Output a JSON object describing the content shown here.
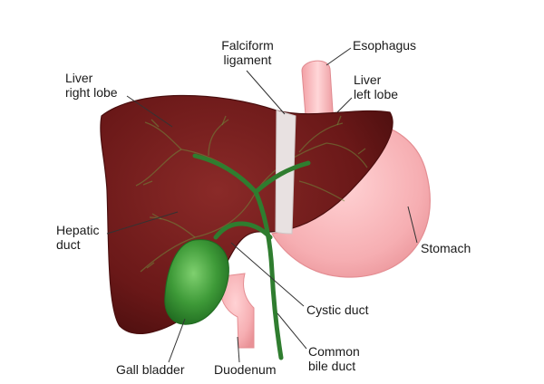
{
  "labels": {
    "falciform": "Falciform\nligament",
    "esophagus": "Esophagus",
    "liver_right": "Liver\nright lobe",
    "liver_left": "Liver\nleft lobe",
    "hepatic": "Hepatic\nduct",
    "stomach": "Stomach",
    "cystic": "Cystic duct",
    "common": "Common\nbile duct",
    "gall": "Gall bladder",
    "duodenum": "Duodenum"
  },
  "colors": {
    "liver": "#6e1a1a",
    "liver_edge": "#4a0e0e",
    "stomach": "#f7b3b6",
    "stomach_edge": "#e48d92",
    "ligament": "#e7e0e0",
    "duct": "#2f7d2f",
    "gallbladder": "#3f9a3a"
  }
}
